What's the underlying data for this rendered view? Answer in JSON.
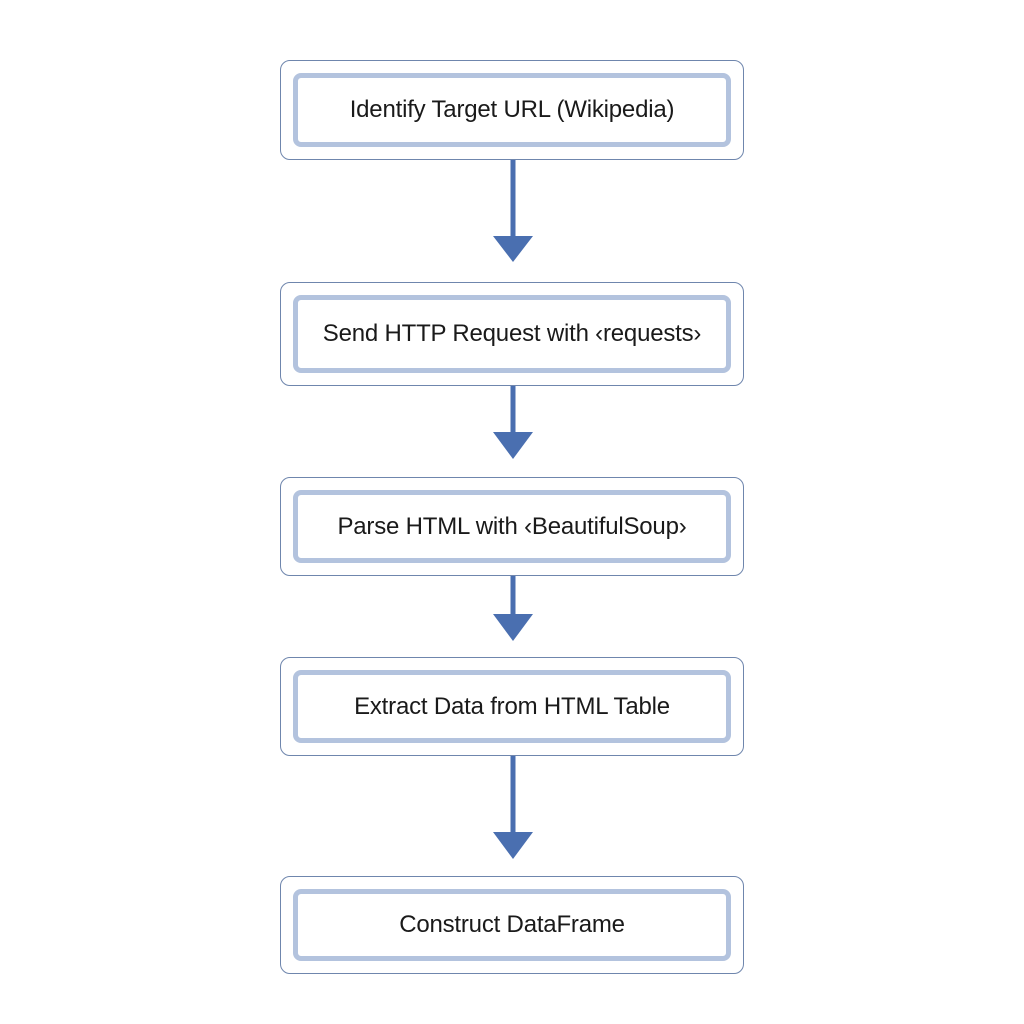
{
  "flowchart": {
    "steps": [
      {
        "label": "Identify Target URL (Wikipedia)"
      },
      {
        "label": "Send HTTP Request with ‹requests›"
      },
      {
        "label": "Parse HTML with ‹BeautifulSoup›"
      },
      {
        "label": "Extract Data from HTML Table"
      },
      {
        "label": "Construct DataFrame"
      }
    ],
    "colors": {
      "box_border": "#6f86ad",
      "inner_border": "#b3c3de",
      "arrow": "#4a6fb0",
      "text": "#1a1a1a"
    }
  }
}
